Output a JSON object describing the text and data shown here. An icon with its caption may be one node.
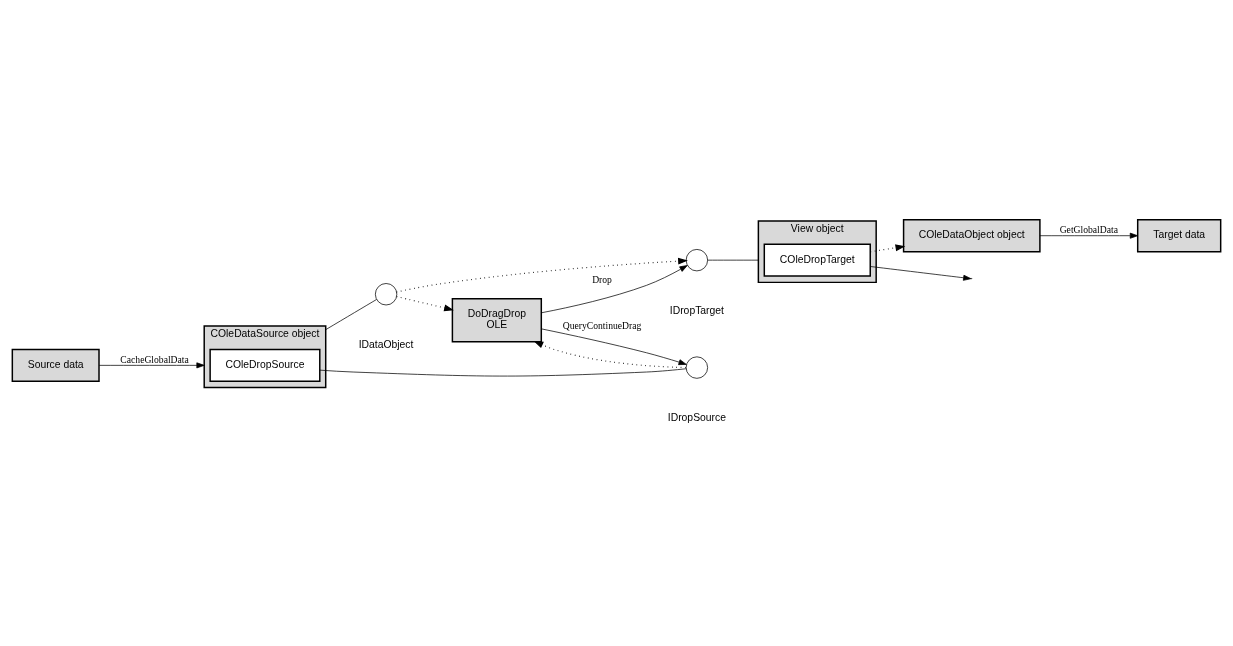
{
  "diagram": {
    "nodes": [
      {
        "text": [
          "Source data"
        ]
      },
      {
        "text": [
          "COleDataSource object"
        ]
      },
      {
        "text": [
          "COleDropSource"
        ],
        "in": 1
      },
      {
        "text": [],
        "shape": "circle",
        "beside": [
          "IDataObject"
        ]
      },
      {
        "text": [],
        "shape": "circle",
        "beside": [
          "IDropSource"
        ]
      },
      {
        "text": [
          "DoDragDrop",
          "OLE"
        ]
      },
      {
        "text": [],
        "shape": "circle",
        "beside": [
          "IDropTarget"
        ]
      },
      {
        "text": [
          "View object"
        ]
      },
      {
        "text": [
          "COleDropTarget"
        ],
        "in": 7
      },
      {
        "text": [
          "COleDataObject object"
        ]
      },
      {
        "text": [
          "Target data"
        ]
      }
    ],
    "edges": [
      {
        "from": 0,
        "to": 1,
        "arrow": "to",
        "label": "CacheGlobalData"
      },
      {
        "from": 1,
        "to": 3,
        "arrow": "none"
      },
      {
        "from": 2,
        "to": 4,
        "arrow": "none"
      },
      {
        "from": 3,
        "to": 6,
        "arrow": "to",
        "style": "dashed"
      },
      {
        "from": 3,
        "to": 5,
        "arrow": "to",
        "style": "dashed"
      },
      {
        "from": 4,
        "to": 5,
        "arrow": "to",
        "style": "dashed"
      },
      {
        "from": 5,
        "to": 4,
        "arrow": "to",
        "label": "QueryContinueDrag"
      },
      {
        "from": 5,
        "to": 6,
        "arrow": "to",
        "label": "Drop"
      },
      {
        "from": 6,
        "to": 7,
        "arrow": "none"
      },
      {
        "from": 8,
        "to": 9,
        "arrow": "to",
        "style": "dashed"
      },
      {
        "from": 8,
        "to": null,
        "arrow": "to"
      },
      {
        "from": 9,
        "to": 10,
        "arrow": "to",
        "label": "GetGlobalData"
      }
    ]
  }
}
